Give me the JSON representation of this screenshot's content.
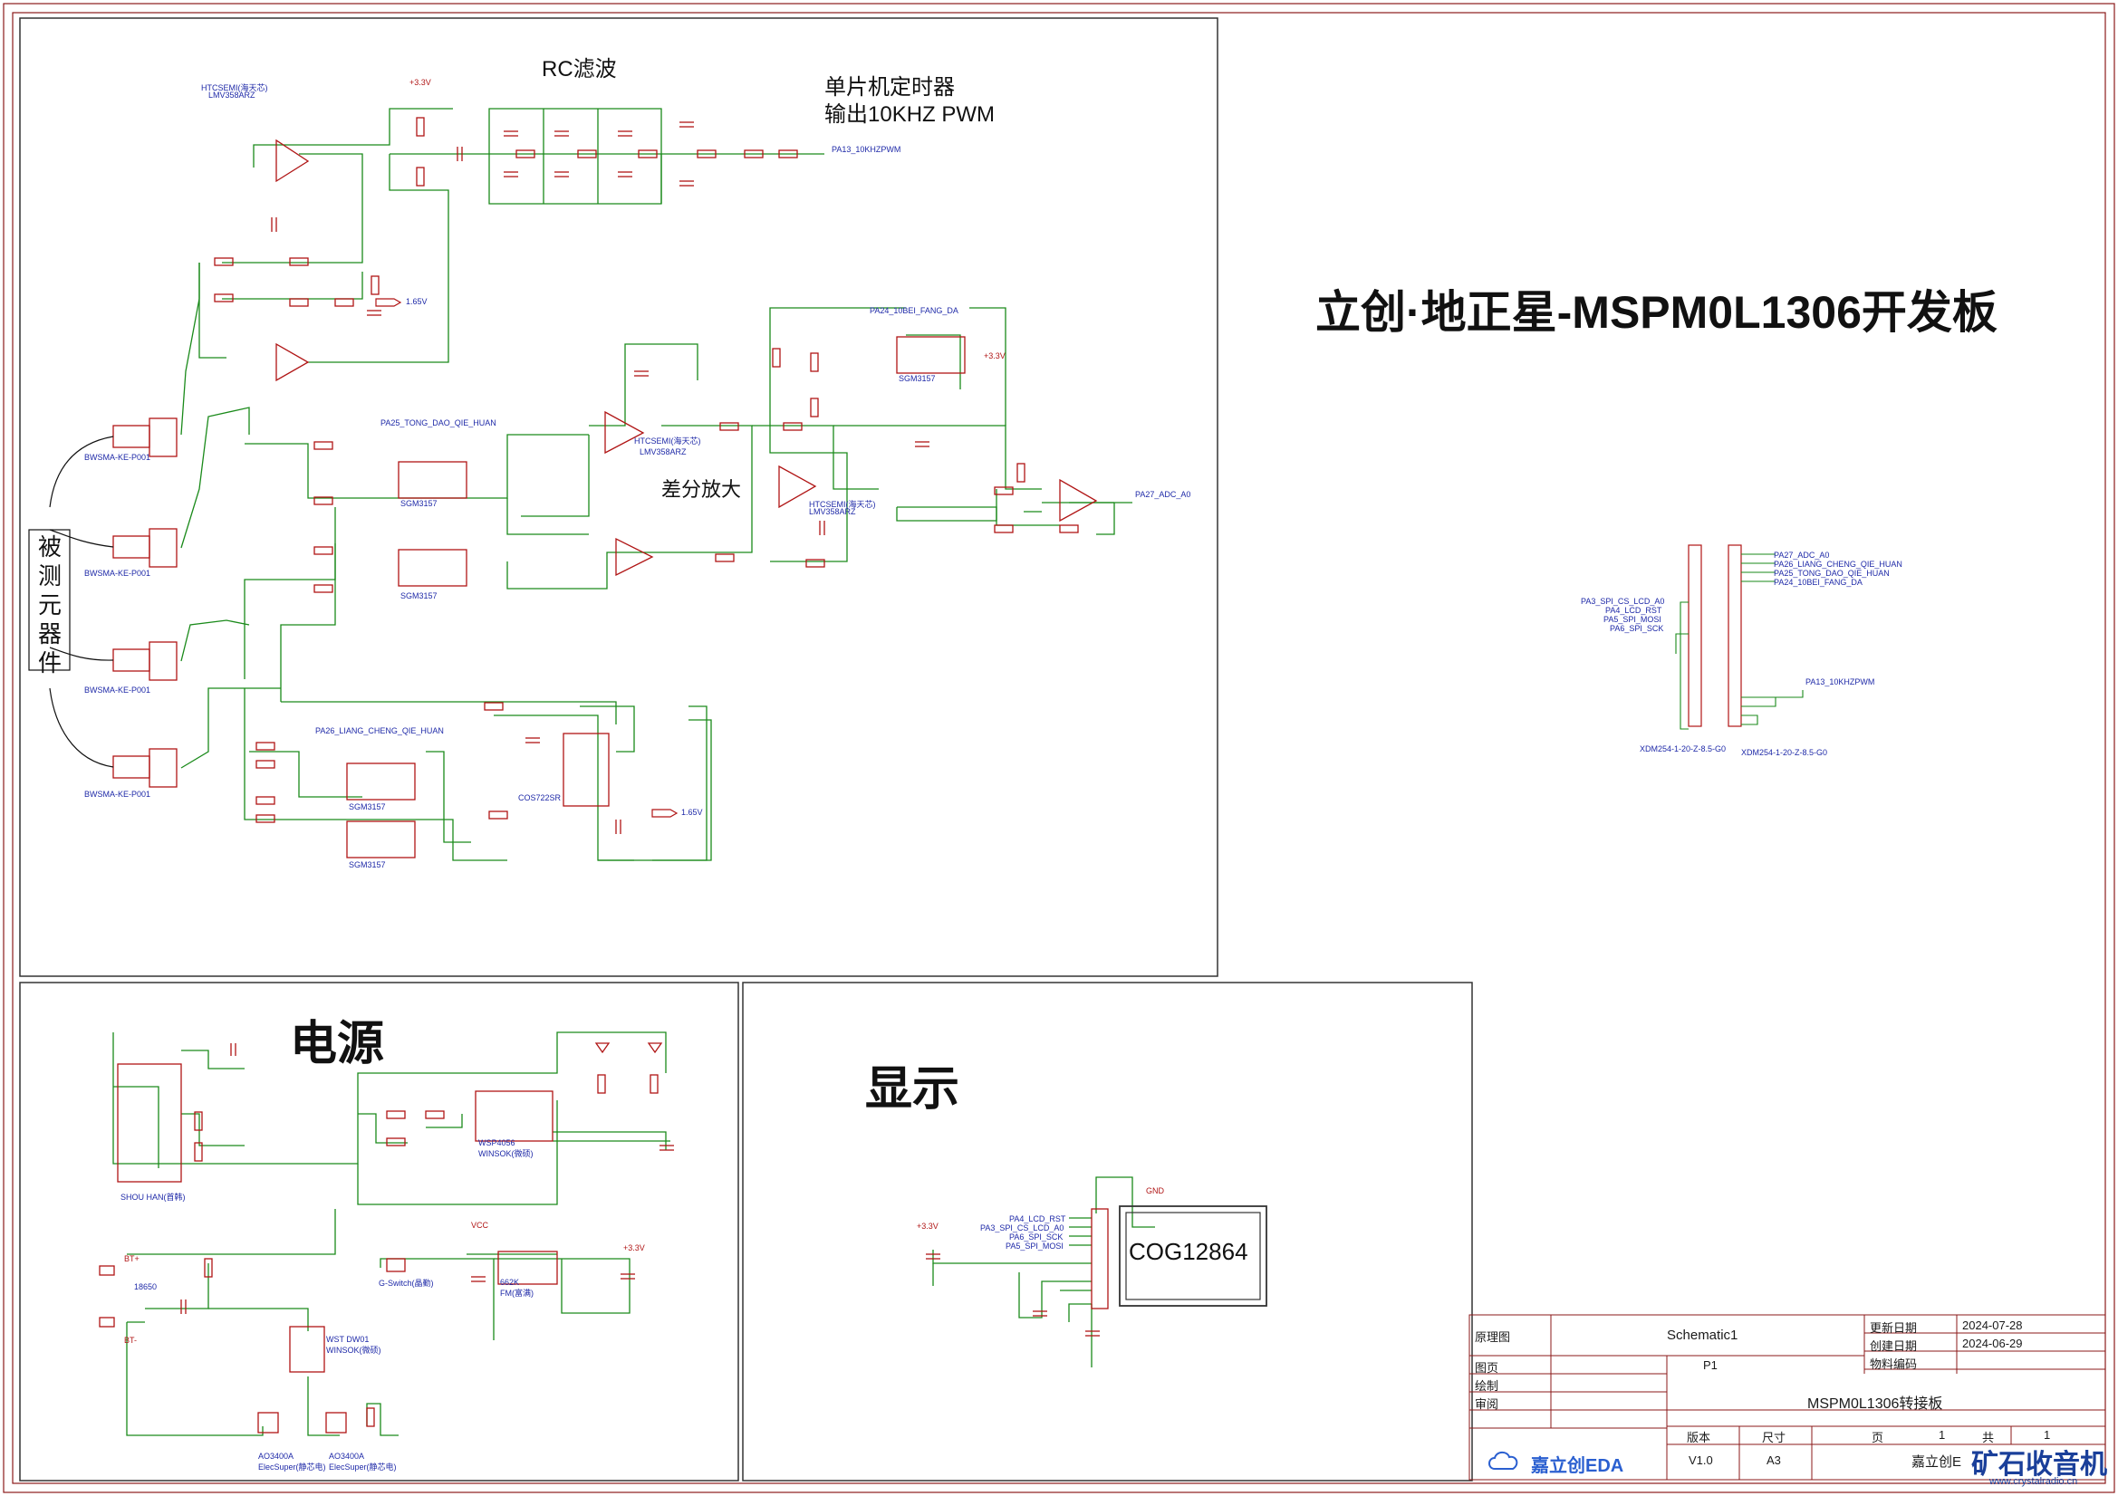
{
  "board_title": "立创·地正星-MSPM0L1306开发板",
  "section_titles": {
    "power": "电源",
    "display": "显示",
    "rc_filter": "RC滤波",
    "timer_note_line1": "单片机定时器",
    "timer_note_line2": "输出10KHZ PWM",
    "diff_amp": "差分放大",
    "dut": "被测元器件"
  },
  "display_module": "COG12864",
  "title_block": {
    "doc_label": "原理图",
    "doc_value": "Schematic1",
    "page_label": "图页",
    "page_value": "P1",
    "draw_label": "绘制",
    "review_label": "审阅",
    "board_name": "MSPM0L1306转接板",
    "update_label": "更新日期",
    "update_value": "2024-07-28",
    "create_label": "创建日期",
    "create_value": "2024-06-29",
    "part_label": "物料编码",
    "version_label": "版本",
    "version_value": "V1.0",
    "size_label": "尺寸",
    "size_value": "A3",
    "sheet_label": "页",
    "sheet_value": "1",
    "total_label": "共",
    "total_value": "1",
    "company": "嘉立创E",
    "logo_text": "嘉立创EDA",
    "watermark": "矿石收音机",
    "watermark_url": "www.crystalradio.cn"
  },
  "net_labels": {
    "pwm": "PA13_10KHZPWM",
    "adc": "PA27_ADC_A0",
    "fang_da": "PA24_10BEI_FANG_DA",
    "tong_dao": "PA25_TONG_DAO_QIE_HUAN",
    "liang_cheng": "PA26_LIANG_CHENG_QIE_HUAN",
    "v165": "1.65V",
    "v33": "+3.3V",
    "vcc": "VCC",
    "gnd": "GND",
    "bt_plus": "BT+",
    "bt_minus": "BT-"
  },
  "header_pins_left": [
    "PA3_SPI_CS_LCD_A0",
    "PA4_LCD_RST",
    "PA5_SPI_MOSI",
    "PA6_SPI_SCK"
  ],
  "header_pins_right": [
    "PA27_ADC_A0",
    "PA26_LIANG_CHENG_QIE_HUAN",
    "PA25_TONG_DAO_QIE_HUAN",
    "PA24_10BEI_FANG_DA"
  ],
  "lcd_pins": [
    "PA4_LCD_RST",
    "PA3_SPI_CS_LCD_A0",
    "PA6_SPI_SCK",
    "PA5_SPI_MOSI"
  ],
  "components": {
    "opamp_u10": "LMV358ARZ",
    "opamp_vendor": "HTCSEMI(海天芯)",
    "switch_ic": "SGM3157",
    "charger": "WSP4056",
    "charger_vendor": "WINSOK(微硕)",
    "ldo": "662K",
    "ldo_vendor": "FM(富满)",
    "usb": "SHOU HAN(首韩)",
    "protect": "WST DW01",
    "mosfet": "AO3400A",
    "mosfet_vendor": "ElecSuper(静芯电)",
    "battery": "18650",
    "header": "XDM254-1-20-Z-8.5-G0",
    "rf_conn": "BWSMA-KE-P001",
    "ref_ic": "COS722SR",
    "gswitch": "G-Switch(晶勤)"
  },
  "colors": {
    "wire": "#1a8a1a",
    "component": "#b01515",
    "label": "#1f2aa8",
    "frame": "#8b1a1a"
  }
}
